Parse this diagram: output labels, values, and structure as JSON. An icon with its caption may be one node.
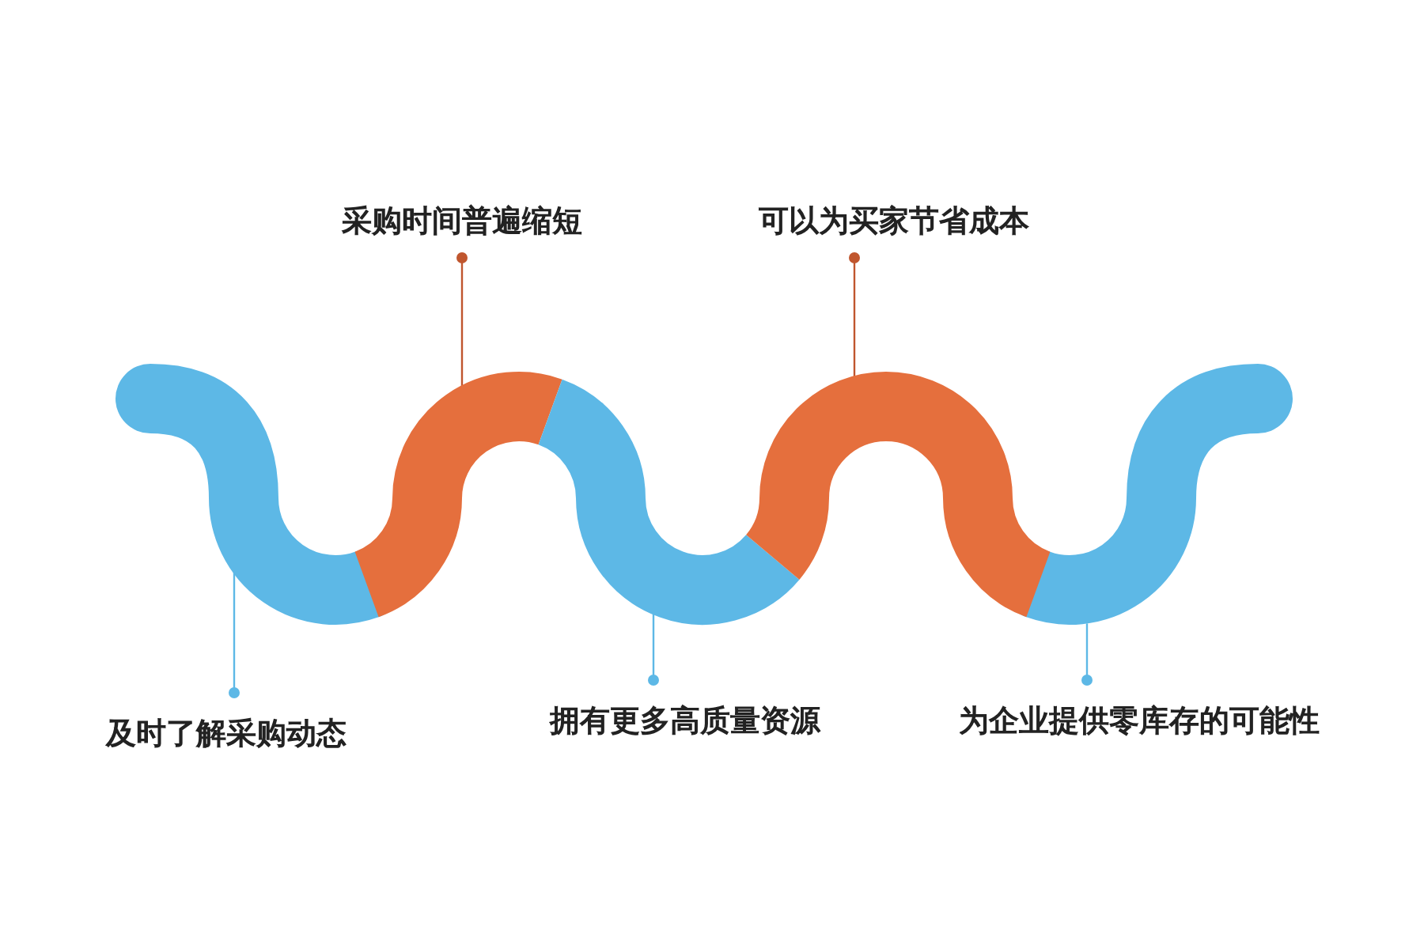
{
  "diagram": {
    "nodes": [
      {
        "text": [
          "采购时间普遍缩短"
        ]
      },
      {
        "text": [
          "可以为买家节省成本"
        ]
      },
      {
        "text": [
          "及时了解采购动态"
        ]
      },
      {
        "text": [
          "拥有更多高质量资源"
        ]
      },
      {
        "text": [
          "为企业提供零库存的可能性"
        ]
      },
      {
        "text": [],
        "shape": "band"
      },
      {
        "text": [],
        "shape": "band"
      },
      {
        "text": [],
        "shape": "band"
      },
      {
        "text": [],
        "shape": "band"
      },
      {
        "text": [],
        "shape": "band"
      }
    ],
    "edges": [
      {
        "from": 0,
        "to": 6,
        "arrow": "other",
        "color": "#c0562e"
      },
      {
        "from": 1,
        "to": 8,
        "arrow": "other",
        "color": "#c0562e"
      },
      {
        "from": 2,
        "to": 5,
        "arrow": "other"
      },
      {
        "from": 3,
        "to": 7,
        "arrow": "other"
      },
      {
        "from": 4,
        "to": 9,
        "arrow": "other"
      }
    ]
  }
}
